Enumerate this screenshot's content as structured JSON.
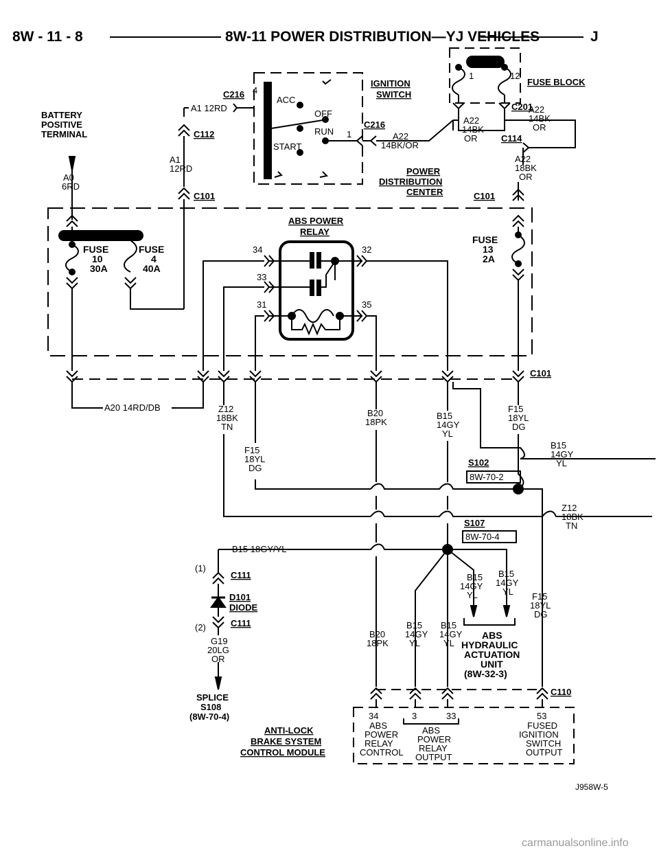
{
  "header": {
    "left": "8W - 11 - 8",
    "center": "8W-11 POWER DISTRIBUTION—YJ VEHICLES",
    "right": "J"
  },
  "components": {
    "battery": [
      "BATTERY",
      "POSITIVE",
      "TERMINAL"
    ],
    "ignition_switch": [
      "IGNITION",
      "SWITCH"
    ],
    "fuse_block": "FUSE BLOCK",
    "pdc": [
      "POWER",
      "DISTRIBUTION",
      "CENTER"
    ],
    "abs_relay": [
      "ABS POWER",
      "RELAY"
    ],
    "fuse10": [
      "FUSE",
      "10",
      "30A"
    ],
    "fuse4": [
      "FUSE",
      "4",
      "40A"
    ],
    "fuse13": [
      "FUSE",
      "13",
      "2A"
    ],
    "hcu": [
      "ABS",
      "HYDRAULIC",
      "ACTUATION",
      "UNIT",
      "(8W-32-3)"
    ],
    "cab": [
      "ANTI-LOCK",
      "BRAKE SYSTEM",
      "CONTROL MODULE"
    ],
    "diode": [
      "D101",
      "DIODE"
    ],
    "splice108": [
      "SPLICE",
      "S108",
      "(8W-70-4)"
    ]
  },
  "switch_positions": {
    "acc": "ACC",
    "off": "OFF",
    "run": "RUN",
    "start": "START"
  },
  "connectors": {
    "c216": "C216",
    "c112": "C112",
    "c101": "C101",
    "c201": "C201",
    "c114": "C114",
    "c111": "C111",
    "c110": "C110",
    "s102": "S102",
    "s107": "S107",
    "ref_s102": "8W-70-2",
    "ref_s107": "8W-70-4"
  },
  "pins": {
    "c216_4": "4",
    "c216_1": "1",
    "fb1": "1",
    "fb12": "12",
    "r34": "34",
    "r32": "32",
    "r33": "33",
    "r31": "31",
    "r35": "35",
    "cab34": "34",
    "cab3": "3",
    "cab33": "33",
    "cab53": "53",
    "d1": "(1)",
    "d2": "(2)"
  },
  "wires": {
    "a1_top": "A1 12RD",
    "a1_code": "A1",
    "a1_gauge": "12RD",
    "a0_code": "A0",
    "a0_gauge": "6RD",
    "a22_code": "A22",
    "a22_gauge": "14BK/OR",
    "a22b_code": "A22",
    "a22b_gauge": "14BK",
    "a22b_color": "OR",
    "a22c_code": "A22",
    "a22c_gauge": "14BK",
    "a22c_color": "OR",
    "a22d_code": "A22",
    "a22d_gauge": "18BK",
    "a22d_color": "OR",
    "a20": "A20 14RD/DB",
    "z12_code": "Z12",
    "z12_gauge": "18BK",
    "z12_color": "TN",
    "b20_code": "B20",
    "b20_gauge": "18PK",
    "b15_code": "B15",
    "b15_gauge": "14GY",
    "b15_color": "YL",
    "f15_code": "F15",
    "f15_gauge": "18YL",
    "f15_color": "DG",
    "f15r_code": "F15",
    "f15r_gauge": "18YL",
    "f15r_color": "DG",
    "b15r_code": "B15",
    "b15r_gauge": "14GY",
    "b15r_color": "YL",
    "z12r_code": "Z12",
    "z12r_gauge": "18BK",
    "z12r_color": "TN",
    "b15_left": "B15 18GY/YL",
    "b15a_code": "B15",
    "b15a_gauge": "14GY",
    "b15a_color": "YL",
    "b15b_code": "B15",
    "b15b_gauge": "14GY",
    "b15b_color": "YL",
    "g19_code": "G19",
    "g19_gauge": "20LG",
    "g19_color": "OR",
    "b20l_code": "B20",
    "b20l_gauge": "18PK",
    "b15l_code": "B15",
    "b15l_gauge": "14GY",
    "b15l_color": "YL",
    "b15m_code": "B15",
    "b15m_gauge": "14GY",
    "b15m_color": "YL",
    "f15l_code": "F15",
    "f15l_gauge": "18YL",
    "f15l_color": "DG"
  },
  "module_pins": {
    "p34": [
      "ABS",
      "POWER",
      "RELAY",
      "CONTROL"
    ],
    "p33": [
      "ABS",
      "POWER",
      "RELAY",
      "OUTPUT"
    ],
    "p53": [
      "FUSED",
      "IGNITION",
      "SWITCH",
      "OUTPUT"
    ]
  },
  "figure_id": "J958W-5",
  "watermark": "carmanualsonline.info"
}
